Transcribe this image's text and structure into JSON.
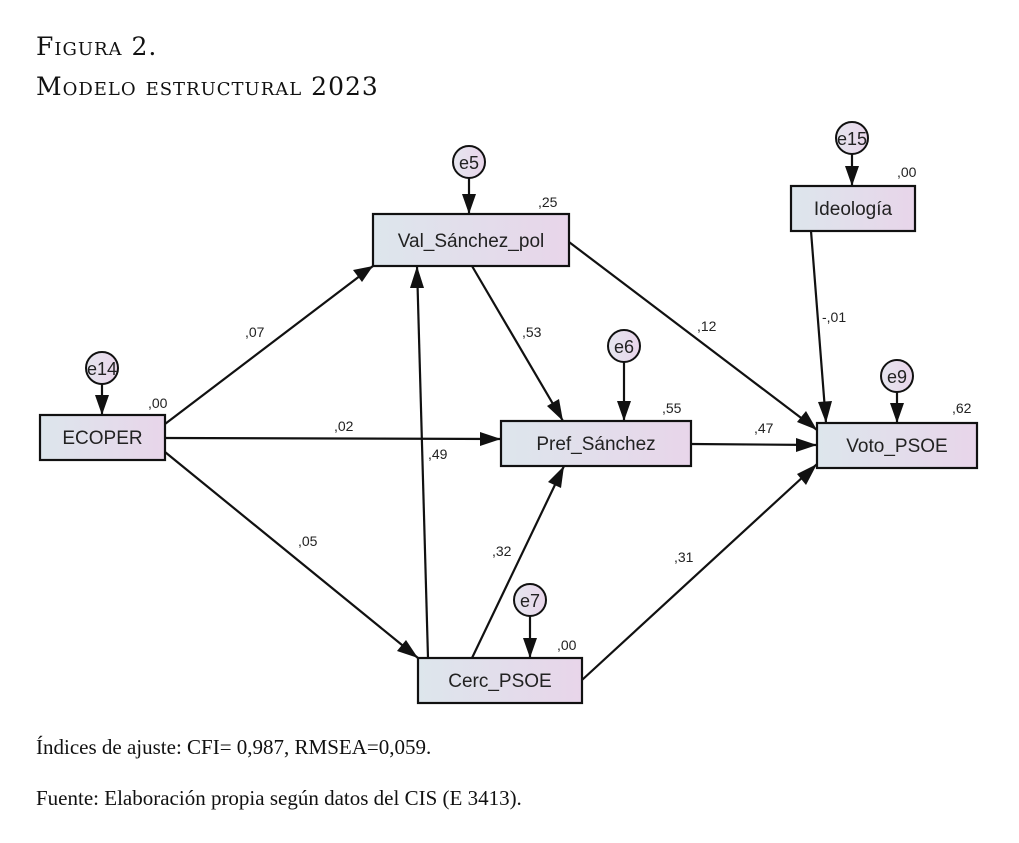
{
  "caption": {
    "figure_label": "Figura 2.",
    "title": "Modelo estructural 2023"
  },
  "notes": {
    "fit": "Índices de ajuste: CFI= 0,987, RMSEA=0,059.",
    "source": "Fuente: Elaboración propia según datos del CIS (E 3413)."
  },
  "colors": {
    "box_gradient_start": "#dde6ec",
    "box_gradient_end": "#e8d5ea",
    "stroke": "#111111"
  },
  "diagram": {
    "nodes": [
      {
        "id": "ecoper",
        "label": "ECOPER",
        "r2": ",00",
        "error": "e14"
      },
      {
        "id": "val",
        "label": "Val_Sánchez_pol",
        "r2": ",25",
        "error": "e5"
      },
      {
        "id": "ideo",
        "label": "Ideología",
        "r2": ",00",
        "error": "e15"
      },
      {
        "id": "pref",
        "label": "Pref_Sánchez",
        "r2": ",55",
        "error": "e6"
      },
      {
        "id": "voto",
        "label": "Voto_PSOE",
        "r2": ",62",
        "error": "e9"
      },
      {
        "id": "cerc",
        "label": "Cerc_PSOE",
        "r2": ",00",
        "error": "e7"
      }
    ],
    "paths": [
      {
        "from": "ecoper",
        "to": "val",
        "coef": ",07"
      },
      {
        "from": "ecoper",
        "to": "pref",
        "coef": ",02"
      },
      {
        "from": "ecoper",
        "to": "cerc",
        "coef": ",05"
      },
      {
        "from": "cerc",
        "to": "val",
        "coef": ",49"
      },
      {
        "from": "val",
        "to": "pref",
        "coef": ",53"
      },
      {
        "from": "val",
        "to": "voto",
        "coef": ",12"
      },
      {
        "from": "ideo",
        "to": "voto",
        "coef": "-,01"
      },
      {
        "from": "pref",
        "to": "voto",
        "coef": ",47"
      },
      {
        "from": "cerc",
        "to": "pref",
        "coef": ",32"
      },
      {
        "from": "cerc",
        "to": "voto",
        "coef": ",31"
      }
    ]
  }
}
